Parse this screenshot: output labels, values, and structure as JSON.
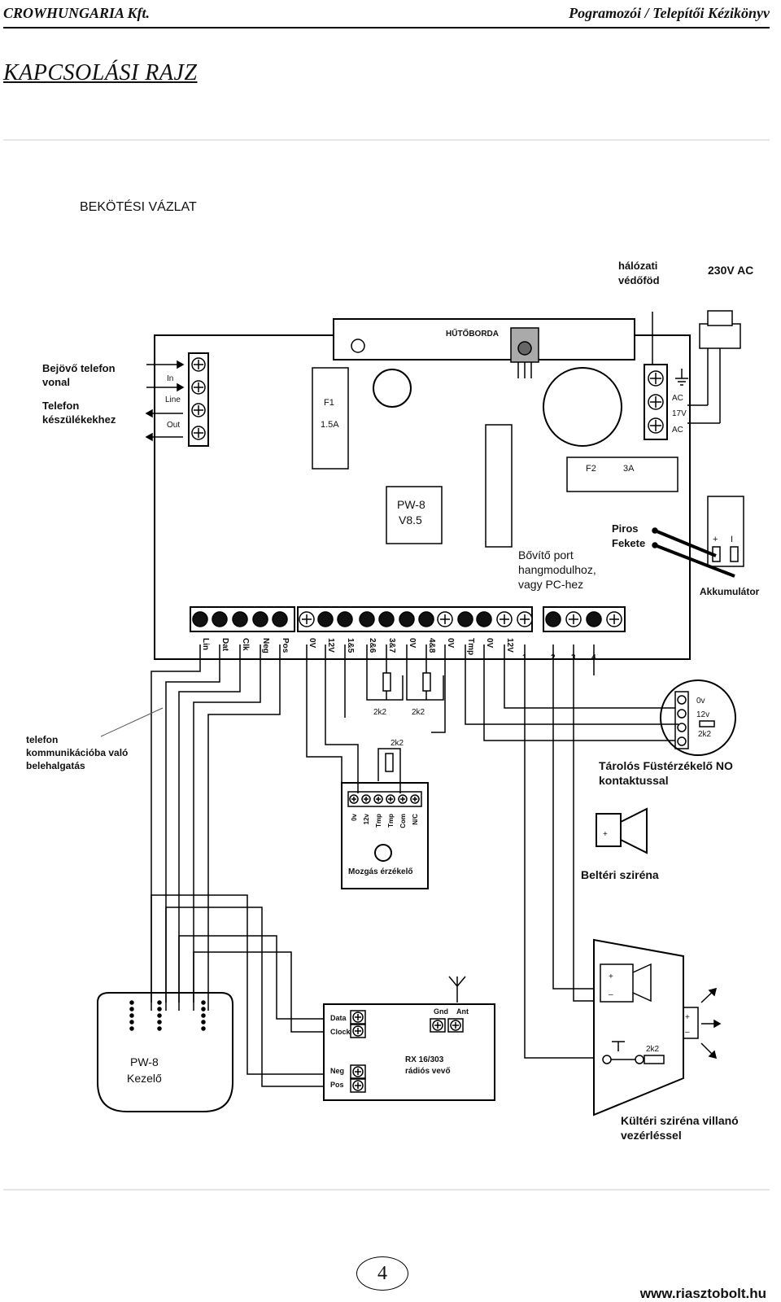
{
  "header": {
    "company": "CROWHUNGARIA Kft.",
    "manual": "Pogramozói / Telepítői Kézikönyv"
  },
  "page_title": "KAPCSOLÁSI RAJZ",
  "diagram": {
    "title": "BEKÖTÉSI VÁZLAT",
    "mains_ground": [
      "hálózati",
      "védőföd"
    ],
    "mains_voltage": "230V AC",
    "heatsink": "HŰTŐBORDA",
    "phone_in": [
      "Bejövő telefon",
      "vonal"
    ],
    "phone_out": [
      "Telefon",
      "készülékekhez"
    ],
    "phone_terms": [
      "In",
      "Line",
      "Out"
    ],
    "fuse1": [
      "F1",
      "1.5A"
    ],
    "fuse2": [
      "F2",
      "3A"
    ],
    "ac_terms": [
      "AC",
      "17V",
      "AC"
    ],
    "panel": [
      "PW-8",
      "V8.5"
    ],
    "battery_wires": [
      "Piros",
      "Fekete"
    ],
    "battery_polarity": [
      "+",
      "I"
    ],
    "expansion": [
      "Bővítő port",
      "hangmodulhoz,",
      "vagy PC-hez"
    ],
    "battery": "Akkumulátor",
    "terminal_labels": [
      "Lin",
      "Dat",
      "Clk",
      "Neg",
      "Pos",
      "0V",
      "12V",
      "1&5",
      "2&6",
      "3&7",
      "0V",
      "4&8",
      "0V",
      "Tmp",
      "0V",
      "12V",
      "1",
      "2",
      "3",
      "4"
    ],
    "resistor": "2k2",
    "listen_in": [
      "telefon",
      "kommunikációba való",
      "belehalgatás"
    ],
    "smoke_terms": [
      "0v",
      "12v",
      "2k2"
    ],
    "smoke_detector": [
      "Tárolós Füstérzékelő NO",
      "kontaktussal"
    ],
    "motion_terms": [
      "0v",
      "12v",
      "Tmp",
      "Tmp",
      "Com",
      "N/C"
    ],
    "motion": "Mozgás érzékelő",
    "indoor_siren": "Beltéri sziréna",
    "keypad": [
      "PW-8",
      "Kezelő"
    ],
    "rx_terms_left": [
      "Data",
      "Clock",
      "Neg",
      "Pos"
    ],
    "rx_terms_top": [
      "Gnd",
      "Ant"
    ],
    "rx": [
      "RX 16/303",
      "rádiós vevő"
    ],
    "outdoor_siren": [
      "Kültéri sziréna villanó",
      "vezérléssel"
    ],
    "plus_minus": [
      "+",
      "–"
    ]
  },
  "page_number": "4",
  "footer_url": "www.riasztobolt.hu"
}
